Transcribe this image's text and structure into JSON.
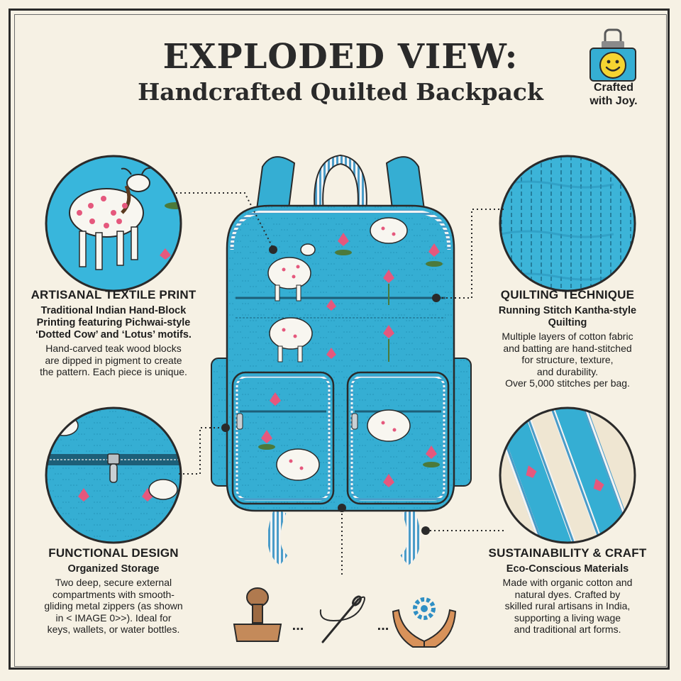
{
  "header": {
    "title": "EXPLODED VIEW:",
    "subtitle": "Handcrafted Quilted Backpack"
  },
  "badge": {
    "line1": "Crafted",
    "line2": "with Joy.",
    "icon": "smiley-clip-icon"
  },
  "callouts": {
    "print": {
      "heading": "ARTISANAL TEXTILE PRINT",
      "sub1": "Traditional Indian Hand-Block",
      "sub2": "Printing featuring Pichwai-style",
      "sub3": "‘Dotted Cow’ and ‘Lotus’ motifs.",
      "body1": "Hand-carved teak wood blocks",
      "body2": "are dipped in pigment to create",
      "body3": "the pattern. Each piece is unique."
    },
    "quilting": {
      "heading": "QUILTING TECHNIQUE",
      "sub1": "Running Stitch Kantha-style",
      "sub2": "Quilting",
      "body1": "Multiple layers of cotton fabric",
      "body2": "and batting are hand-stitched",
      "body3": "for structure, texture,",
      "body4": "and durability.",
      "body5": "Over 5,000 stitches per bag."
    },
    "functional": {
      "heading": "FUNCTIONAL DESIGN",
      "sub1": "Organized Storage",
      "body1": "Two deep, secure external",
      "body2": "compartments with smooth-",
      "body3": "gliding metal zippers (as shown",
      "body4": "in < IMAGE 0>>). Ideal for",
      "body5": "keys, wallets, or water bottles."
    },
    "sustainability": {
      "heading": "SUSTAINABILITY & CRAFT",
      "sub1": "Eco-Conscious Materials",
      "body1": "Made with organic cotton and",
      "body2": "natural dyes. Crafted by",
      "body3": "skilled rural artisans in India,",
      "body4": "supporting a living wage",
      "body5": "and traditional art forms."
    }
  },
  "footer_icons": {
    "stamp": "wood-block-stamp-icon",
    "needle": "needle-thread-icon",
    "hands": "hands-gear-icon",
    "separator": "..."
  },
  "colors": {
    "fabric": "#35aed3",
    "fabric_dark": "#1f8db3",
    "stitch": "#17607d",
    "lotus": "#e5587d",
    "leaf": "#4c7a3a",
    "cream": "#f6f1e4",
    "ink": "#2a2a2a"
  }
}
